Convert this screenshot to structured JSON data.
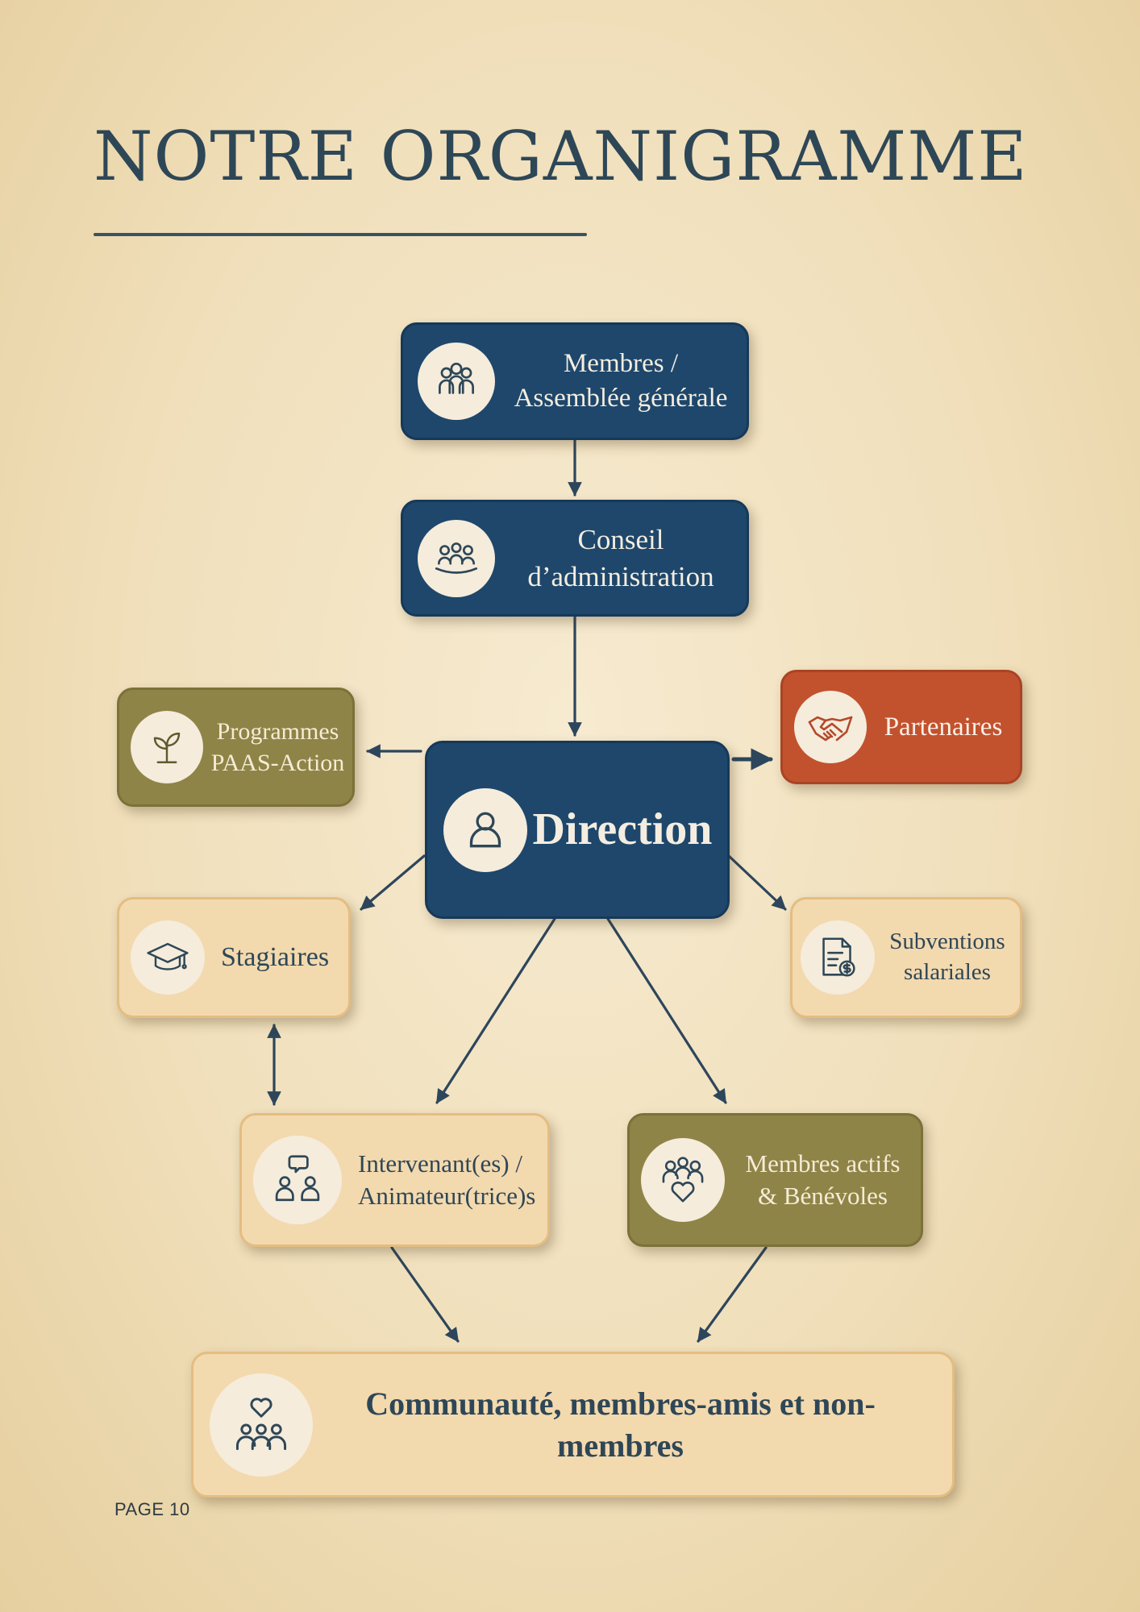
{
  "page": {
    "title": "NOTRE ORGANIGRAMME",
    "footer": "PAGE 10"
  },
  "colors": {
    "navy": "#1e476b",
    "olive": "#8f8447",
    "rust": "#c2522e",
    "sand": "#f3d9ae",
    "arrow": "#2d465c",
    "title": "#2e4757"
  },
  "nodes": {
    "members_ag": {
      "line1": "Membres /",
      "line2": "Assemblée générale",
      "icon": "people-group-icon"
    },
    "board": {
      "line1": "Conseil",
      "line2": "d’administration",
      "icon": "meeting-table-icon"
    },
    "direction": {
      "line1": "Direction",
      "icon": "person-icon"
    },
    "programmes": {
      "line1": "Programmes",
      "line2": "PAAS-Action",
      "icon": "sprout-icon"
    },
    "partenaires": {
      "line1": "Partenaires",
      "icon": "handshake-icon"
    },
    "stagiaires": {
      "line1": "Stagiaires",
      "icon": "graduation-cap-icon"
    },
    "subventions": {
      "line1": "Subventions",
      "line2": "salariales",
      "icon": "document-dollar-icon"
    },
    "intervenants": {
      "line1": "Intervenant(es) /",
      "line2": "Animateur(trice)s",
      "icon": "speech-people-icon"
    },
    "benevoles": {
      "line1": "Membres actifs",
      "line2": "& Bénévoles",
      "icon": "people-heart-icon"
    },
    "communaute": {
      "line1": "Communauté, membres-amis et non-membres",
      "icon": "community-heart-icon"
    }
  },
  "links": [
    {
      "from": "Membres / Assemblée générale",
      "to": "Conseil d’administration"
    },
    {
      "from": "Conseil d’administration",
      "to": "Direction"
    },
    {
      "from": "Direction",
      "to": "Programmes PAAS-Action"
    },
    {
      "from": "Direction",
      "to": "Partenaires"
    },
    {
      "from": "Direction",
      "to": "Stagiaires"
    },
    {
      "from": "Direction",
      "to": "Subventions salariales"
    },
    {
      "from": "Direction",
      "to": "Intervenant(es) / Animateur(trice)s"
    },
    {
      "from": "Direction",
      "to": "Membres actifs & Bénévoles"
    },
    {
      "from": "Stagiaires",
      "to": "Intervenant(es) / Animateur(trice)s",
      "bidirectional": true
    },
    {
      "from": "Intervenant(es) / Animateur(trice)s",
      "to": "Communauté, membres-amis et non-membres"
    },
    {
      "from": "Membres actifs & Bénévoles",
      "to": "Communauté, membres-amis et non-membres"
    }
  ]
}
